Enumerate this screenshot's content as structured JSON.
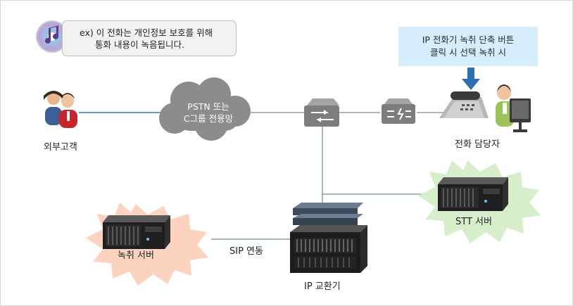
{
  "note": {
    "line1": "ex) 이 전화는 개인정보 보호를 위해",
    "line2": "통화 내용이 녹음됩니다.",
    "icon": "music-disc-icon"
  },
  "callout": {
    "line1": "IP 전화기 녹취 단축 버튼",
    "line2": "클릭 시 선택 녹취 시"
  },
  "nodes": {
    "customer": "외부고객",
    "network_line1": "PSTN 또는",
    "network_line2": "C그룹 전용망",
    "agent": "전화 담당자",
    "recording_server": "녹취 서버",
    "stt_server": "STT 서버",
    "ip_exchange": "IP 교환기",
    "sip_link": "SIP 연동"
  },
  "colors": {
    "line": "#7a93a6",
    "cloud": "#8a8a8a",
    "callout_bg": "#d6eefb",
    "arrow": "#2e6fb0",
    "burst_orange": "#fbd6c2",
    "burst_green": "#d9efcd"
  }
}
